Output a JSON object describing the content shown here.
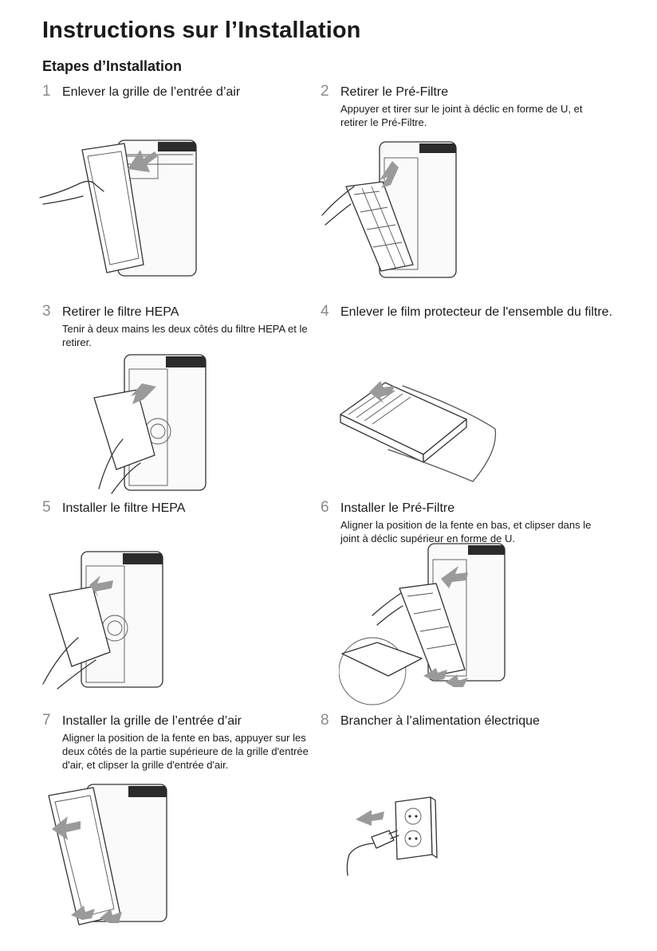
{
  "page": {
    "title": "Instructions sur l’Installation",
    "subtitle": "Etapes d’Installation"
  },
  "steps": [
    {
      "number": "1",
      "label": "Enlever la grille de l’entrée d’air",
      "desc": ""
    },
    {
      "number": "2",
      "label": "Retirer le Pré-Filtre",
      "desc": "Appuyer et tirer sur le joint à déclic en forme de U, et retirer le Pré-Filtre."
    },
    {
      "number": "3",
      "label": "Retirer le filtre HEPA",
      "desc": "Tenir à deux mains les deux côtés du filtre HEPA et le retirer."
    },
    {
      "number": "4",
      "label": "Enlever le film protecteur de l'ensemble du filtre.",
      "desc": ""
    },
    {
      "number": "5",
      "label": "Installer le filtre HEPA",
      "desc": ""
    },
    {
      "number": "6",
      "label": "Installer le Pré-Filtre",
      "desc": "Aligner la position de la fente en bas, et clipser dans le joint à déclic supérieur en forme de U."
    },
    {
      "number": "7",
      "label": "Installer la grille de l’entrée d’air",
      "desc": "Aligner la position de la fente en bas, appuyer sur les deux côtés de la partie supérieure de la grille d'entrée d'air, et clipser la grille d'entrée d'air."
    },
    {
      "number": "8",
      "label": "Brancher à l’alimentation électrique",
      "desc": ""
    }
  ],
  "colors": {
    "text": "#1a1a1a",
    "step_number": "#8a8a8a",
    "arrow": "#9a9a9a",
    "line": "#333333"
  }
}
